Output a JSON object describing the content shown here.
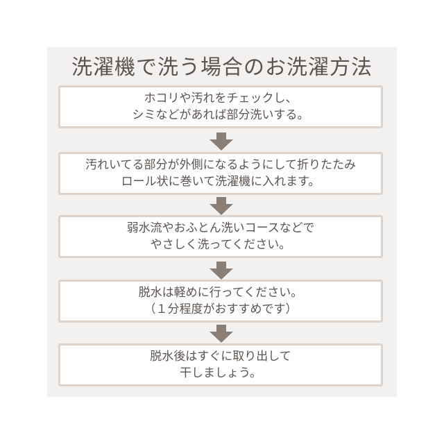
{
  "title": "洗濯機で洗う場合のお洗濯方法",
  "steps": [
    {
      "line1": "ホコリや汚れをチェックし、",
      "line2": "シミなどがあれば部分洗いする。"
    },
    {
      "line1": "汚れいてる部分が外側になるようにして折りたたみ",
      "line2": "ロール状に巻いて洗濯機に入れます。"
    },
    {
      "line1": "弱水流やおふとん洗いコースなどで",
      "line2": "やさしく洗ってください。"
    },
    {
      "line1": "脱水は軽めに行ってください。",
      "line2": "（１分程度がおすすめです）"
    },
    {
      "line1": "脱水後はすぐに取り出して",
      "line2": "干しましょう。"
    }
  ],
  "colors": {
    "panel": "#f3f1ef",
    "box_border": "#ddd3cb",
    "text": "#5c5450",
    "arrow": "#8a7f77"
  },
  "icons": {
    "arrow": "down-arrow-icon"
  }
}
